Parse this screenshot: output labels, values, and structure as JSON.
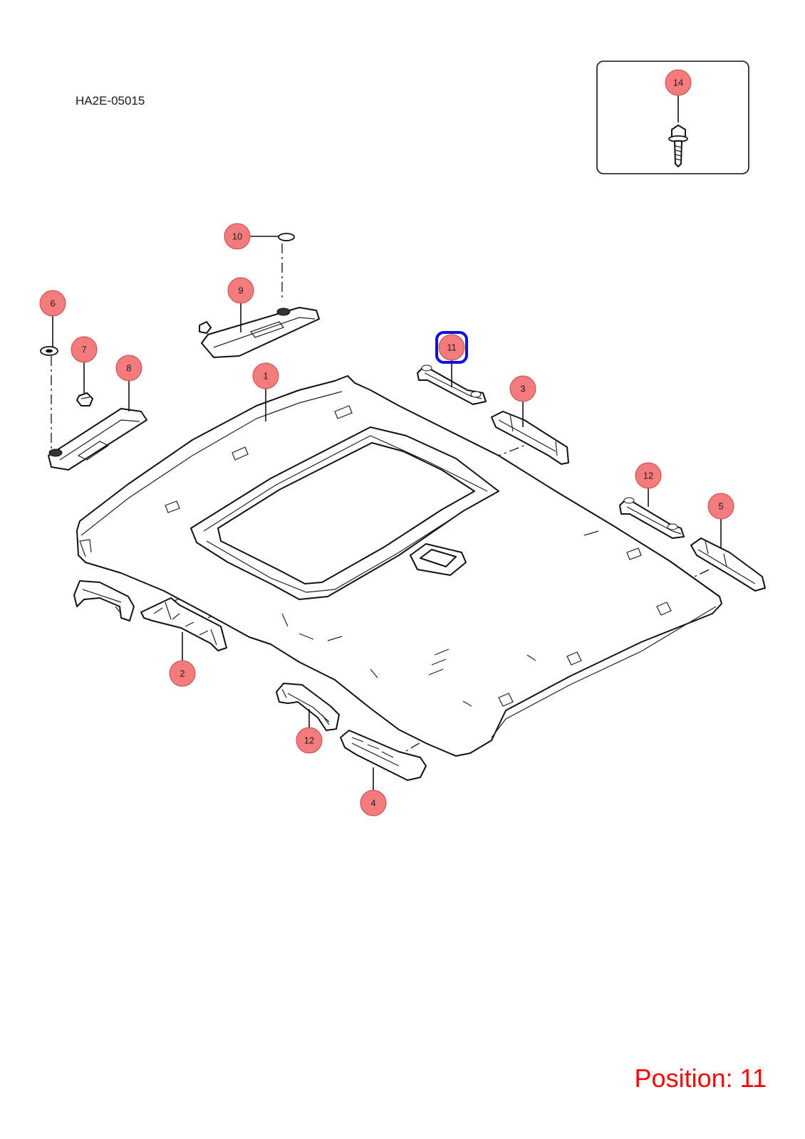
{
  "diagram_code": "HA2E-05015",
  "position_label": "Position: 11",
  "selected_callout": "11",
  "colors": {
    "callout_fill": "#f37b7b",
    "selection_outline": "#1010e0",
    "position_text": "#ff0000"
  },
  "callouts": {
    "c1": "1",
    "c2": "2",
    "c3": "3",
    "c4": "4",
    "c5": "5",
    "c6": "6",
    "c7": "7",
    "c8": "8",
    "c9": "9",
    "c10": "10",
    "c11": "11",
    "c12a": "12",
    "c12b": "12",
    "c14": "14"
  }
}
